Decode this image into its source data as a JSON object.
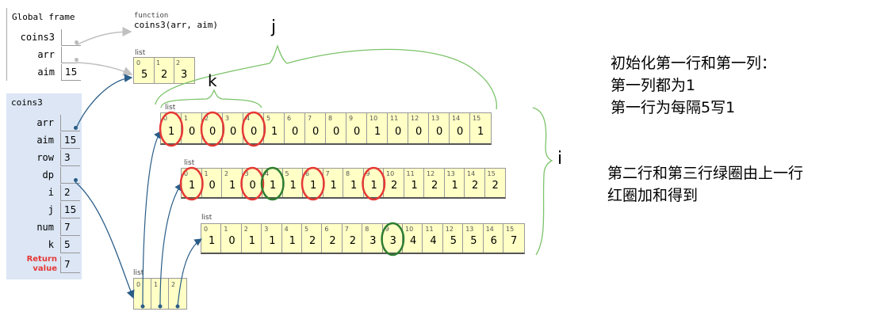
{
  "global_frame": {
    "title": "Global frame",
    "vars": [
      {
        "name": "coins3",
        "value": ""
      },
      {
        "name": "arr",
        "value": ""
      },
      {
        "name": "aim",
        "value": "15"
      }
    ]
  },
  "function_obj": {
    "label": "function",
    "signature": "coins3(arr, aim)"
  },
  "arr_list": {
    "label": "list",
    "indices": [
      "0",
      "1",
      "2"
    ],
    "values": [
      "5",
      "2",
      "3"
    ]
  },
  "coins3_frame": {
    "title": "coins3",
    "vars": [
      {
        "name": "arr",
        "value": ""
      },
      {
        "name": "aim",
        "value": "15"
      },
      {
        "name": "row",
        "value": "3"
      },
      {
        "name": "dp",
        "value": ""
      },
      {
        "name": "i",
        "value": "2"
      },
      {
        "name": "j",
        "value": "15"
      },
      {
        "name": "num",
        "value": "7"
      },
      {
        "name": "k",
        "value": "5"
      }
    ],
    "return_label_1": "Return",
    "return_label_2": "value",
    "return_value": "7"
  },
  "rows": [
    {
      "label": "list",
      "indices": [
        "0",
        "1",
        "2",
        "3",
        "4",
        "5",
        "6",
        "7",
        "8",
        "9",
        "10",
        "11",
        "12",
        "13",
        "14",
        "15"
      ],
      "values": [
        "1",
        "0",
        "0",
        "0",
        "0",
        "1",
        "0",
        "0",
        "0",
        "0",
        "1",
        "0",
        "0",
        "0",
        "0",
        "1"
      ]
    },
    {
      "label": "list",
      "indices": [
        "0",
        "1",
        "2",
        "3",
        "4",
        "5",
        "6",
        "7",
        "8",
        "9",
        "10",
        "11",
        "12",
        "13",
        "14",
        "15"
      ],
      "values": [
        "1",
        "0",
        "1",
        "0",
        "1",
        "1",
        "1",
        "1",
        "1",
        "1",
        "2",
        "1",
        "2",
        "1",
        "2",
        "2"
      ]
    },
    {
      "label": "list",
      "indices": [
        "0",
        "1",
        "2",
        "3",
        "4",
        "5",
        "6",
        "7",
        "8",
        "9",
        "10",
        "11",
        "12",
        "13",
        "14",
        "15"
      ],
      "values": [
        "1",
        "0",
        "1",
        "1",
        "1",
        "2",
        "2",
        "2",
        "3",
        "3",
        "4",
        "4",
        "5",
        "5",
        "6",
        "7"
      ]
    }
  ],
  "dp_list": {
    "label": "list",
    "indices": [
      "0",
      "1",
      "2"
    ]
  },
  "annotations": {
    "j": "j",
    "k": "k",
    "i": "i"
  },
  "notes": {
    "line1": "初始化第一行和第一列：",
    "line2": "第一列都为1",
    "line3": "第一行为每隔5写1",
    "line4": "第二行和第三行绿圈由上一行",
    "line5": "红圈加和得到"
  },
  "colors": {
    "cell_bg": "#ffffc6",
    "frame_bg": "#dce6f5",
    "red_circle": "#e53935",
    "green_circle": "#2e7d32",
    "bracket": "#7cc36a",
    "arrow": "#2a5d88",
    "gray_arrow": "#c0c0c0",
    "return_label": "#e53935"
  },
  "red_circles": [
    {
      "row": 0,
      "cols": [
        0,
        2,
        4
      ]
    },
    {
      "row": 1,
      "cols": [
        0,
        3,
        6,
        9
      ]
    }
  ],
  "green_circles": [
    {
      "row": 1,
      "cols": [
        4
      ]
    },
    {
      "row": 2,
      "cols": [
        9
      ]
    }
  ]
}
